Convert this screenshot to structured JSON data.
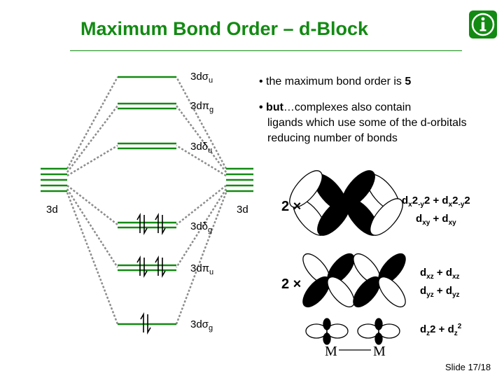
{
  "title": "Maximum Bond Order – d-Block",
  "mo_levels": [
    {
      "sym": "3dσ",
      "sub": "u",
      "electrons": 0
    },
    {
      "sym": "3dπ",
      "sub": "g",
      "electrons": 0
    },
    {
      "sym": "3dδ",
      "sub": "u",
      "electrons": 0
    },
    {
      "sym": "3dδ",
      "sub": "g",
      "electrons": 4
    },
    {
      "sym": "3dπ",
      "sub": "u",
      "electrons": 4
    },
    {
      "sym": "3dσ",
      "sub": "g",
      "electrons": 2
    }
  ],
  "atomic_label_left": "3d",
  "atomic_label_right": "3d",
  "bullets": {
    "b1_text": "•  the maximum bond order is ",
    "b1_value": "5",
    "b2_lead": "•  but",
    "b2_ellipsis": "…",
    "b2_line1": "complexes also contain",
    "b2_line2": "ligands which use some of the d-orbitals reducing number of bonds"
  },
  "multipliers": [
    "2 ×",
    "2 ×"
  ],
  "orbital_sets": [
    {
      "l1_a": "d",
      "l1_a_sub": "x",
      "l1_b": "2",
      "l1_c_sub": "-y",
      "l1_d": "2 + d",
      "l1_e_sub": "x",
      "l1_f": "2",
      "l1_g_sub": "-y",
      "l1_h": "2",
      "l2_a": "d",
      "l2_a_sub": "xy",
      "l2_b": " + d",
      "l2_b_sub": "xy"
    },
    {
      "l1_a": "d",
      "l1_a_sub": "xz",
      "l1_b": " + d",
      "l1_b_sub": "xz",
      "l2_a": "d",
      "l2_a_sub": "yz",
      "l2_b": " + d",
      "l2_b_sub": "yz"
    },
    {
      "l1_a": "d",
      "l1_a_sub": "z",
      "l1_b": "2 + d",
      "l1_b_sub": "z",
      "l1_c_sup": "2"
    }
  ],
  "metal_labels": [
    "M",
    "M"
  ],
  "slide_number": "Slide 17/18",
  "colors": {
    "title": "#138a13",
    "levels": "#138a13",
    "connectors": "#8c8c8c",
    "lobes": "#000000"
  }
}
